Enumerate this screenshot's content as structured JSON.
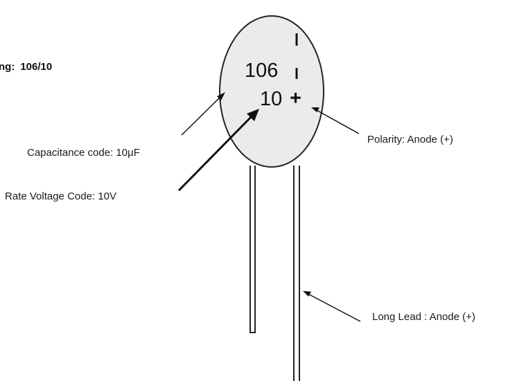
{
  "marking": {
    "label_fragment": "ng:",
    "value": "106/10"
  },
  "body": {
    "capacitance_code": "106",
    "voltage_code": "10",
    "plus_sign": "+"
  },
  "annotations": {
    "capacitance": "Capacitance code: 10µF",
    "voltage": "Rate Voltage Code: 10V",
    "polarity": "Polarity: Anode (+)",
    "long_lead": "Long Lead : Anode (+)"
  }
}
